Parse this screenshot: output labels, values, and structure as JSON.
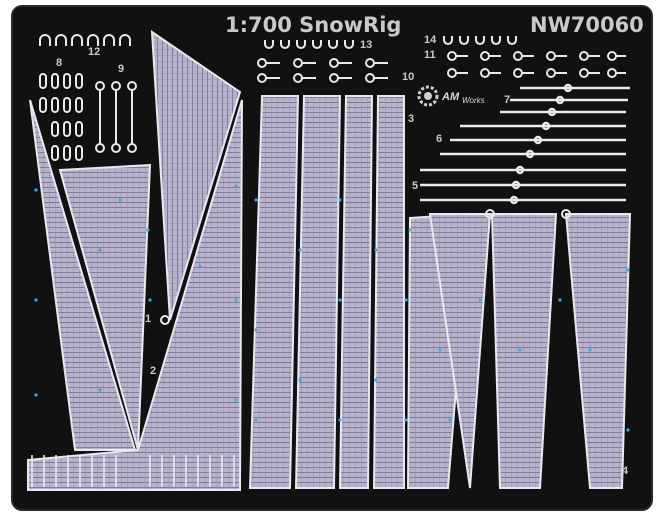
{
  "title": "1:700 SnowRig",
  "code": "NW70060",
  "brand": {
    "main": "AM",
    "sub": "Works"
  },
  "part_numbers": [
    "1",
    "2",
    "3",
    "4",
    "5",
    "6",
    "7",
    "8",
    "9",
    "10",
    "11",
    "12",
    "13",
    "14"
  ],
  "colors": {
    "fret": "#111111",
    "frame": "#2a2a2a",
    "net_fill": "#b9b2cc",
    "net_line": "#4a4658",
    "edge": "#e8e8ee",
    "attach": "#3fa6e6",
    "label": "#c9c9c9"
  }
}
